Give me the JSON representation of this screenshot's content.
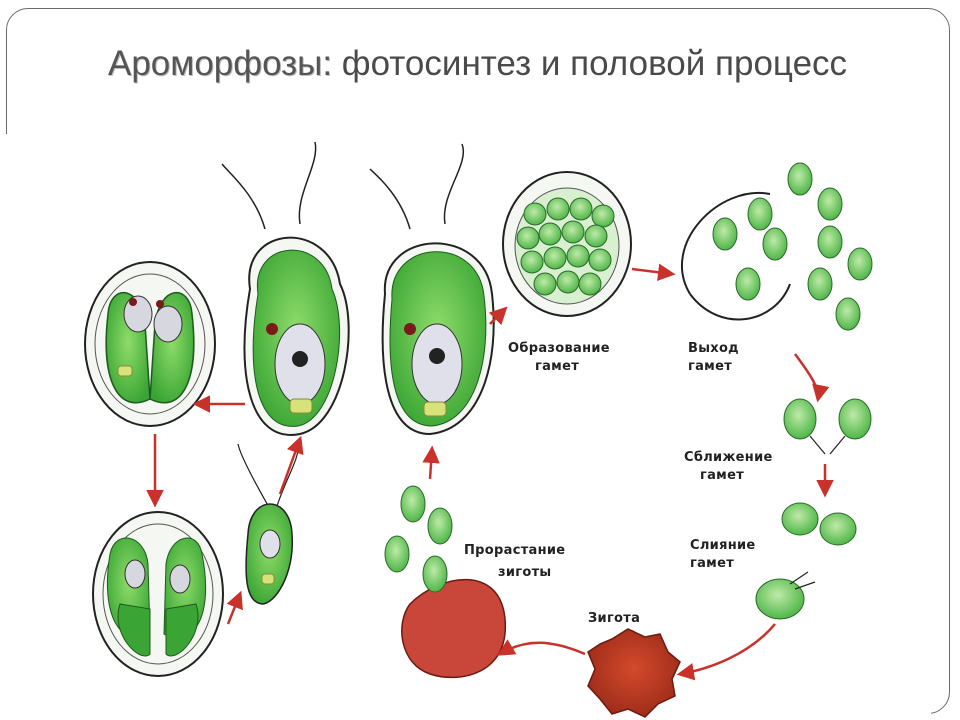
{
  "title": {
    "emphasis": "Ароморфозы:",
    "text": " фотосинтез и половой процесс"
  },
  "labels": {
    "gamete_formation_1": "Образование",
    "gamete_formation_2": "гамет",
    "gamete_release_1": "Выход",
    "gamete_release_2": "гамет",
    "gamete_approach_1": "Сближение",
    "gamete_approach_2": "гамет",
    "gamete_fusion_1": "Слияние",
    "gamete_fusion_2": "гамет",
    "zygote": "Зигота",
    "zygote_germination_1": "Прорастание",
    "zygote_germination_2": "зиготы"
  },
  "colors": {
    "cell_green": "#5fbf4a",
    "cell_dark_green": "#2f8a2f",
    "arrow_red": "#c8322a",
    "zygote_red": "#b8331f",
    "outline": "#222222"
  }
}
